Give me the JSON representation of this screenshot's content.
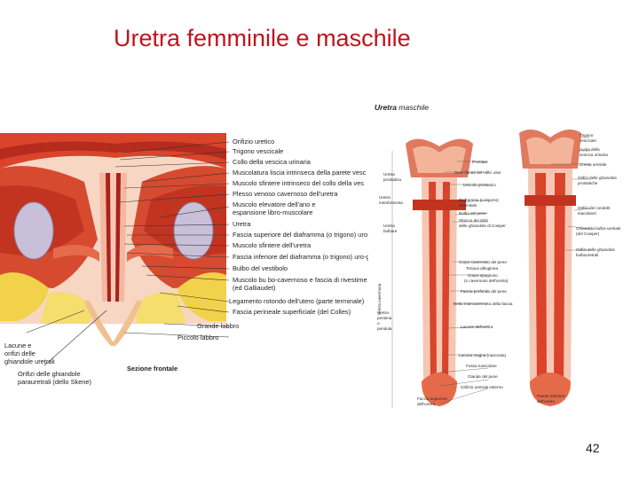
{
  "slide": {
    "title": "Uretra femminile e maschile",
    "page_number": "42"
  },
  "female": {
    "section_label": "Sezione frontale",
    "labels": [
      "Orifizio uretico",
      "Trigono vescicale",
      "Collo della vescica urinaria",
      "Muscolatura liscia intrinseca della parete vesc",
      "Muscolo sfintere intrinseco del collo della ves",
      "Plesso venoso cavernoso dell'uretra",
      "Muscolo elevatore dell'ano e",
      "espansione libro-muscolare",
      "Uretra",
      "Fascia superiore del diaframma (o trigono) uro-g",
      "Muscolo sfintere dell'uretra",
      "Fascia inferiore del diaframma (o trigono) uro-ge",
      "Bulbo del vestibolo",
      "Muscolo bu bo-cavernoso e fascia di rivestime",
      "(ed Galliaudet)",
      "Legamento rotondo dell'utero (parte terminale)",
      "Fascia perineale superficiale (del Colles)",
      "Grande labbro",
      "Piccolo labbro"
    ],
    "left_labels": [
      "Lacune e",
      "orifizi delle",
      "ghiandole uretrali"
    ],
    "bottom_labels": [
      "Orifizi delle ghiandole",
      "parauretrali (dello Skene)"
    ]
  },
  "male": {
    "title_bold": "Uretra",
    "title_rest": " maschile",
    "left_labels": [
      "Uretra",
      "prostatica",
      "Uretra",
      "membranosa",
      "Uretra",
      "bulbare"
    ],
    "vertical_labels": [
      "Uretra cavernosa",
      "Uretra",
      "peniena",
      "o",
      "pendula"
    ],
    "center_labels": [
      "Prostata",
      "Seni i lunati del collic ulus",
      "Utricolo prostatico",
      "Diaframma (o trigono)",
      "uroenitale",
      "Bulbo del pene",
      "Sbocco dei dotti",
      "delle ghiandole di Cowper",
      "Corpo cavernoso del pene",
      "Tonaca albuginea",
      "Corpo spugnoso",
      "(o cavernoso dell'uretra)",
      "Fascia profonda del pene",
      "Setto intercavernoso della fascia",
      "Lacune dell'uretra",
      "Lacuna magna (nascosta)",
      "Fossa navicolare",
      "Glande del pene",
      "Orifizio uretrale esterno"
    ],
    "right_labels": [
      "Trigono",
      "vescicale",
      "Uvula della",
      "vescica urinaria",
      "Cresta uretrale",
      "Orifizi delle ghiandole",
      "prostatiche",
      "Orifizi dei condotti",
      "eiaculatori",
      "Ghiandola bulbo-uretrale",
      "(del Cowper)",
      "Orifizi delle ghiandole",
      "bulbouretrali"
    ],
    "bottom_left": [
      "Faccia superiore",
      "dell'uretra"
    ],
    "bottom_right": [
      "Parete inferiore",
      "dell'uretra"
    ]
  },
  "colors": {
    "title": "#c0141c",
    "muscle": "#d9442a",
    "muscle_dark": "#a8231a",
    "fat": "#f2d24a",
    "pink": "#f4b8a2",
    "bone": "#c8c0d8",
    "leader": "#333333"
  }
}
